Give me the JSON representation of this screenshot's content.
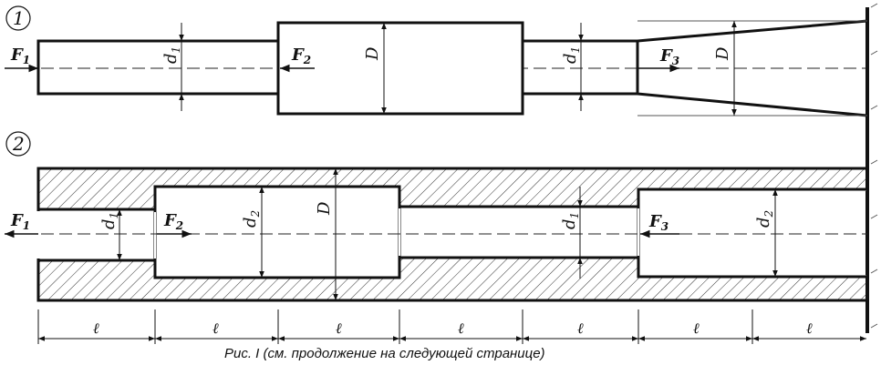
{
  "figure": {
    "marker_1": "1",
    "marker_2": "2",
    "caption": "Рис. I (см. продолжение на следующей странице)"
  },
  "labels": {
    "F1": "F",
    "F1_sub": "1",
    "F2": "F",
    "F2_sub": "2",
    "F3": "F",
    "F3_sub": "3",
    "d": "d",
    "d1_sub": "1",
    "d2_sub": "2",
    "D": "D",
    "ell": "ℓ"
  }
}
